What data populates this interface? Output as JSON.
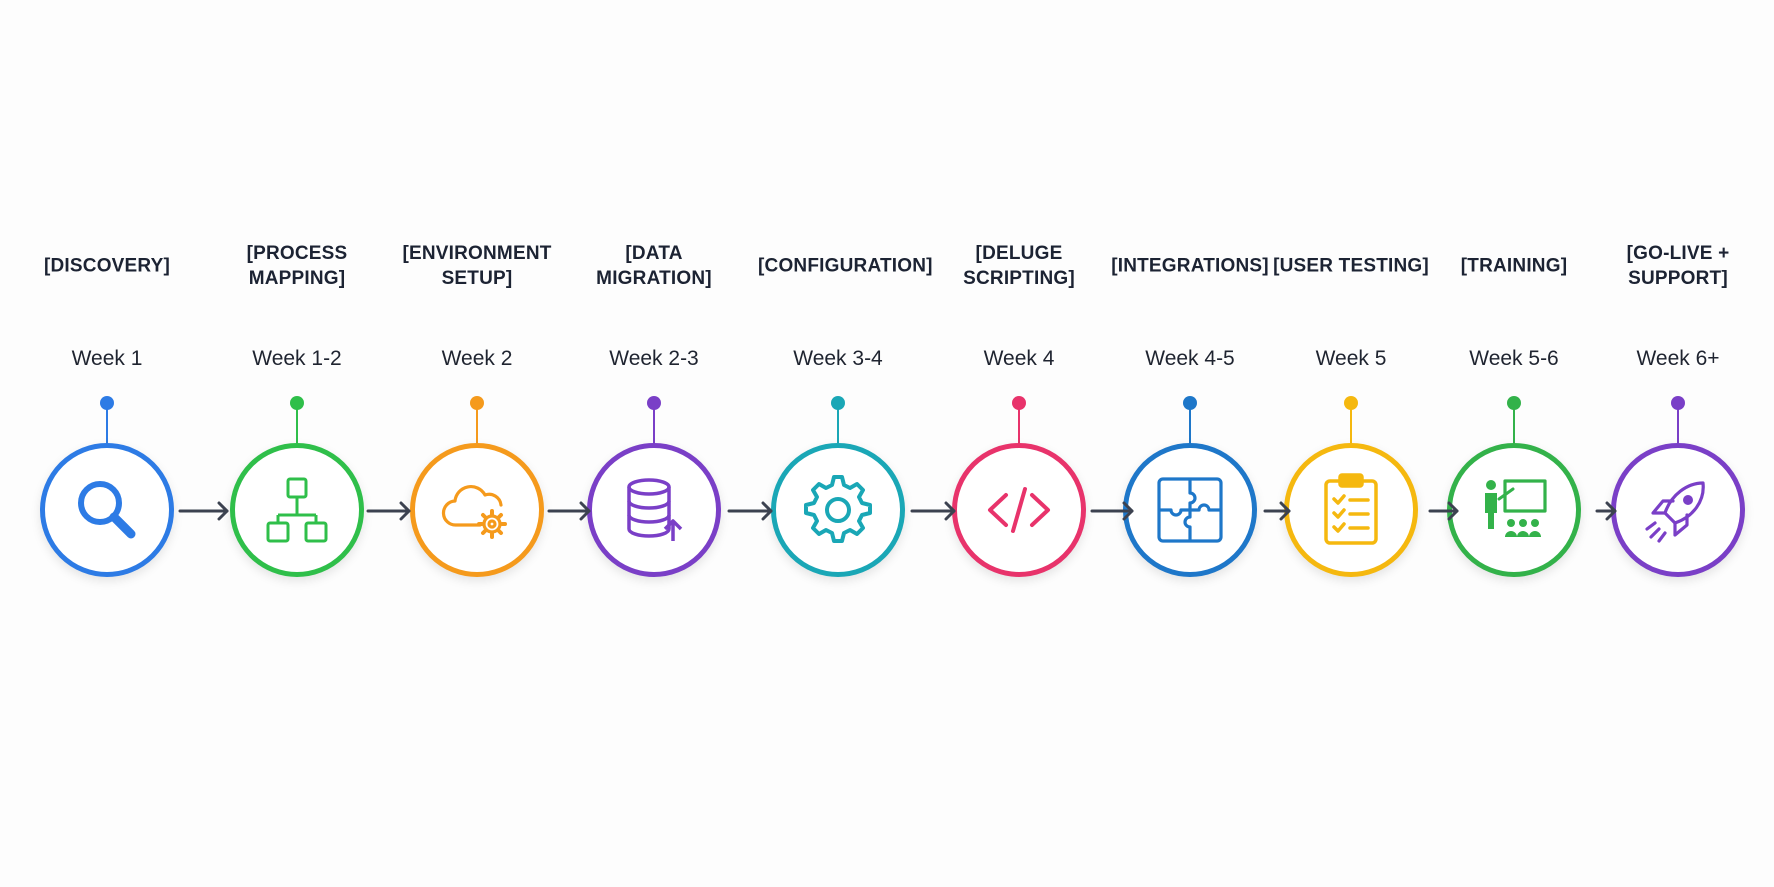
{
  "phases": [
    {
      "id": "discovery",
      "title": "[DISCOVERY]",
      "week": "Week 1",
      "color": "#2d7be5",
      "icon": "magnifier-icon"
    },
    {
      "id": "process-mapping",
      "title": "[PROCESS MAPPING]",
      "week": "Week 1-2",
      "color": "#2fbf4a",
      "icon": "flowchart-icon"
    },
    {
      "id": "environment-setup",
      "title": "[ENVIRONMENT SETUP]",
      "week": "Week 2",
      "color": "#f59a1c",
      "icon": "cloud-gear-icon"
    },
    {
      "id": "data-migration",
      "title": "[DATA MIGRATION]",
      "week": "Week 2-3",
      "color": "#7a3fc7",
      "icon": "database-upload-icon"
    },
    {
      "id": "configuration",
      "title": "[CONFIGURATION]",
      "week": "Week 3-4",
      "color": "#1aa7b6",
      "icon": "gear-icon"
    },
    {
      "id": "deluge-scripting",
      "title": "[DELUGE SCRIPTING]",
      "week": "Week 4",
      "color": "#e8336b",
      "icon": "code-icon"
    },
    {
      "id": "integrations",
      "title": "[INTEGRATIONS]",
      "week": "Week 4-5",
      "color": "#1e77c9",
      "icon": "puzzle-icon"
    },
    {
      "id": "user-testing",
      "title": "[USER TESTING]",
      "week": "Week 5",
      "color": "#f5b80f",
      "icon": "clipboard-checklist-icon"
    },
    {
      "id": "training",
      "title": "[TRAINING]",
      "week": "Week 5-6",
      "color": "#33b24a",
      "icon": "presentation-icon"
    },
    {
      "id": "go-live-support",
      "title": "[GO-LIVE + SUPPORT]",
      "week": "Week 6+",
      "color": "#7a3fc7",
      "icon": "rocket-icon"
    }
  ],
  "arrow_color": "#3c4250"
}
